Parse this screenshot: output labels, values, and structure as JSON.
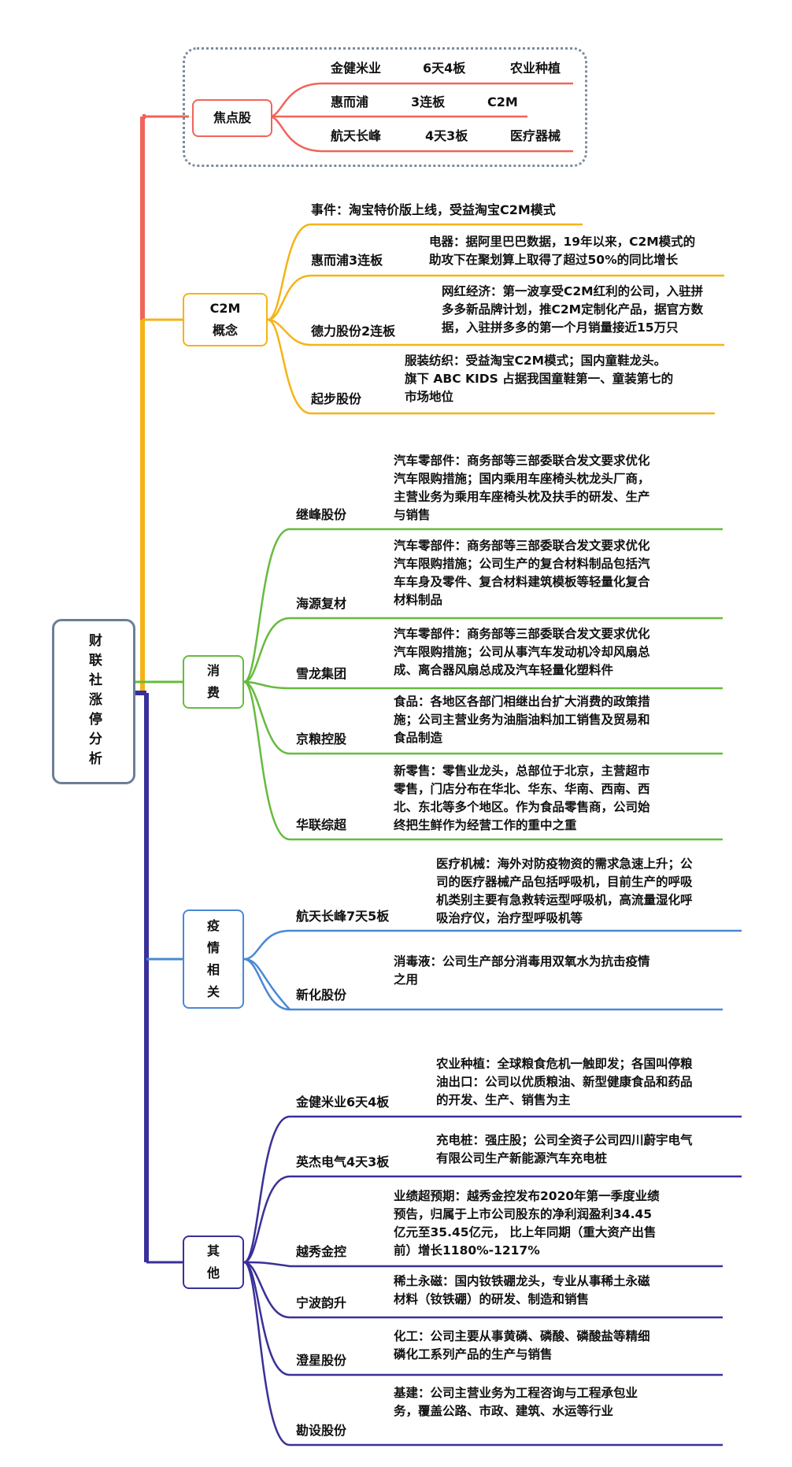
{
  "root": "财联社涨停分析",
  "colors": {
    "focus": "#f0645a",
    "c2m": "#f5b316",
    "consume": "#66bb3e",
    "epidemic": "#4a88d4",
    "other": "#39309a",
    "root_border": "#6c7e96"
  },
  "branches": {
    "focus": {
      "label": "焦点股",
      "items": [
        {
          "name": "金健米业",
          "boards": "6天4板",
          "sector": "农业种植"
        },
        {
          "name": "惠而浦",
          "boards": "3连板",
          "sector": "C2M"
        },
        {
          "name": "航天长峰",
          "boards": "4天3板",
          "sector": "医疗器械"
        }
      ]
    },
    "c2m": {
      "label": "C2M概念",
      "event": "事件：淘宝特价版上线，受益淘宝C2M模式",
      "items": [
        {
          "name": "惠而浦3连板",
          "desc": [
            "电器：据阿里巴巴数据，19年以来，C2M模式的",
            "助攻下在聚划算上取得了超过50%的同比增长"
          ]
        },
        {
          "name": "德力股份2连板",
          "desc": [
            "网红经济：第一波享受C2M红利的公司，入驻拼",
            "多多新品牌计划，推C2M定制化产品，据官方数",
            "据，入驻拼多多的第一个月销量接近15万只"
          ]
        },
        {
          "name": "起步股份",
          "desc": [
            "服装纺织：受益淘宝C2M模式；国内童鞋龙头。",
            "旗下 ABC KIDS 占据我国童鞋第一、童装第七的",
            "市场地位"
          ]
        }
      ]
    },
    "consume": {
      "label": "消费",
      "items": [
        {
          "name": "继峰股份",
          "desc": [
            "汽车零部件：商务部等三部委联合发文要求优化",
            "汽车限购措施；国内乘用车座椅头枕龙头厂商，",
            "主营业务为乘用车座椅头枕及扶手的研发、生产",
            "与销售"
          ]
        },
        {
          "name": "海源复材",
          "desc": [
            "汽车零部件：商务部等三部委联合发文要求优化",
            "汽车限购措施；公司生产的复合材料制品包括汽",
            "车车身及零件、复合材料建筑模板等轻量化复合",
            "材料制品"
          ]
        },
        {
          "name": "雪龙集团",
          "desc": [
            "汽车零部件：商务部等三部委联合发文要求优化",
            "汽车限购措施；公司从事汽车发动机冷却风扇总",
            "成、离合器风扇总成及汽车轻量化塑料件"
          ]
        },
        {
          "name": "京粮控股",
          "desc": [
            "食品：各地区各部门相继出台扩大消费的政策措",
            "施；公司主营业务为油脂油料加工销售及贸易和",
            "食品制造"
          ]
        },
        {
          "name": "华联综超",
          "desc": [
            "新零售：零售业龙头，总部位于北京，主营超市",
            "零售，门店分布在华北、华东、华南、西南、西",
            "北、东北等多个地区。作为食品零售商，公司始",
            "终把生鲜作为经营工作的重中之重"
          ]
        }
      ]
    },
    "epidemic": {
      "label": "疫情相关",
      "items": [
        {
          "name": "航天长峰7天5板",
          "desc": [
            "医疗机械：海外对防疫物资的需求急速上升；公",
            "司的医疗器械产品包括呼吸机，目前生产的呼吸",
            "机类别主要有急救转运型呼吸机，高流量湿化呼",
            "吸治疗仪，治疗型呼吸机等"
          ]
        },
        {
          "name": "新化股份",
          "desc": [
            "消毒液：公司生产部分消毒用双氧水为抗击疫情",
            "之用"
          ]
        }
      ]
    },
    "other": {
      "label": "其他",
      "items": [
        {
          "name": "金健米业6天4板",
          "desc": [
            "农业种植：全球粮食危机一触即发；各国叫停粮",
            "油出口：公司以优质粮油、新型健康食品和药品",
            "的开发、生产、销售为主"
          ]
        },
        {
          "name": "英杰电气4天3板",
          "desc": [
            "充电桩：强庄股；公司全资子公司四川蔚宇电气",
            "有限公司生产新能源汽车充电桩"
          ]
        },
        {
          "name": "越秀金控",
          "desc": [
            "业绩超预期：越秀金控发布2020年第一季度业绩",
            "预告，归属于上市公司股东的净利润盈利34.45",
            "亿元至35.45亿元， 比上年同期（重大资产出售",
            "前）增长1180%-1217%"
          ]
        },
        {
          "name": "宁波韵升",
          "desc": [
            "稀土永磁：国内钕铁硼龙头，专业从事稀土永磁",
            "材料（钕铁硼）的研发、制造和销售"
          ]
        },
        {
          "name": "澄星股份",
          "desc": [
            "化工：公司主要从事黄磷、磷酸、磷酸盐等精细",
            "磷化工系列产品的生产与销售"
          ]
        },
        {
          "name": "勘设股份",
          "desc": [
            "基建：公司主营业务为工程咨询与工程承包业",
            "务，覆盖公路、市政、建筑、水运等行业"
          ]
        }
      ]
    }
  }
}
